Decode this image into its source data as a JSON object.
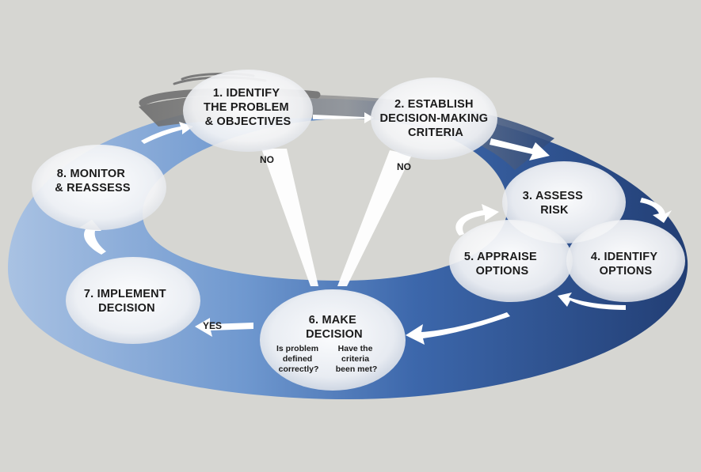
{
  "diagram": {
    "steps": [
      {
        "id": "s1",
        "lines": [
          "1. IDENTIFY",
          "THE PROBLEM",
          "& OBJECTIVES"
        ]
      },
      {
        "id": "s2",
        "lines": [
          "2. ESTABLISH",
          "DECISION-MAKING",
          "CRITERIA"
        ]
      },
      {
        "id": "s3",
        "lines": [
          "3. ASSESS",
          "RISK"
        ]
      },
      {
        "id": "s4",
        "lines": [
          "4. IDENTIFY",
          "OPTIONS"
        ]
      },
      {
        "id": "s5",
        "lines": [
          "5. APPRAISE",
          "OPTIONS"
        ]
      },
      {
        "id": "s6",
        "lines": [
          "6. MAKE",
          "DECISION"
        ]
      },
      {
        "id": "s7",
        "lines": [
          "7. IMPLEMENT",
          "DECISION"
        ]
      },
      {
        "id": "s8",
        "lines": [
          "8. MONITOR",
          "& REASSESS"
        ]
      }
    ],
    "questions": {
      "left": [
        "Is problem",
        "defined",
        "correctly?"
      ],
      "right": [
        "Have the",
        "criteria",
        "been met?"
      ]
    },
    "branch_labels": {
      "no_left": "NO",
      "no_right": "NO",
      "yes": "YES"
    },
    "colors": {
      "background": "#d6d6d2",
      "ring_dark": "#223e74",
      "ring_mid": "#4f7ec0",
      "ring_light": "#a9c2e3",
      "ring_top": "#8a8a8a"
    }
  }
}
